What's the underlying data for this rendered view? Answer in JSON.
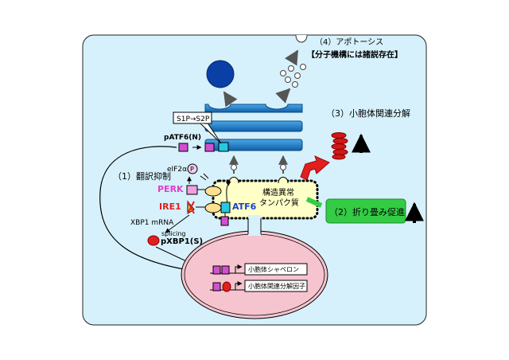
{
  "labels": {
    "apoptosis": "（4）アポトーシス",
    "apoptosis_note": "【分子機構には諸説存在】",
    "er_degradation": "（3）小胞体関連分解",
    "s1p_s2p": "S1P→S2P",
    "patf6n": "pATF6(N)",
    "translation_inhibition": "（1）翻訳抑制",
    "eif2a": "eIF2α-",
    "phospho": "P",
    "perk": "PERK",
    "ire1": "IRE1",
    "atf6": "ATF6",
    "xbp1_mrna": "XBP1 mRNA",
    "splicing": "splicing",
    "pxbp1s": "pXBP1(S)",
    "misfolded_line1": "構造異常",
    "misfolded_line2": "タンパク質",
    "folding_promotion": "（2）折り畳み促進",
    "chaperone": "小胞体シャペロン",
    "erad_factor": "小胞体関連分解因子"
  },
  "colors": {
    "cell_fill": "#d6f1fb",
    "er_blue": "#1a7fc9",
    "nucleus_fill": "#f6c4cf",
    "perk_magenta": "#e040c8",
    "ire1_red": "#e02020",
    "atf6_blue": "#1a3fd0",
    "folding_green": "#33cc44",
    "degradation_red": "#d01818"
  }
}
